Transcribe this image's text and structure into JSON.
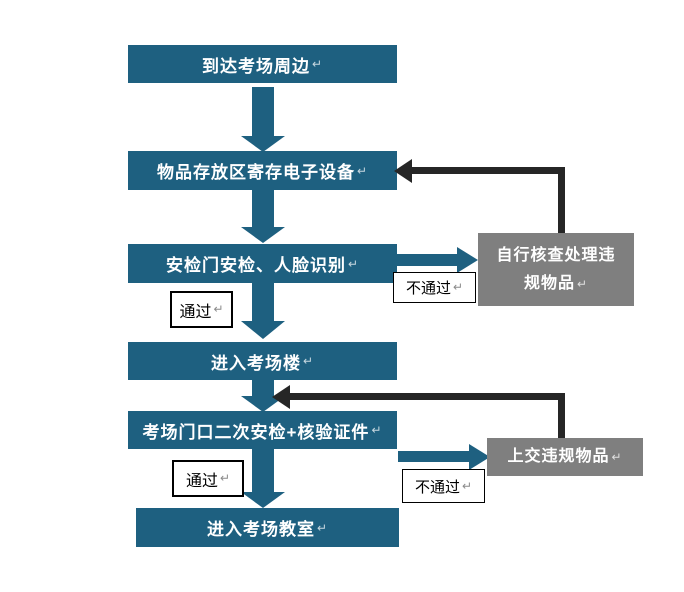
{
  "flowchart": {
    "nodes": [
      "到达考场周边",
      "物品存放区寄存电子设备",
      "安检门安检、人脸识别",
      "进入考场楼",
      "考场门口二次安检+核验证件",
      "进入考场教室"
    ],
    "side_nodes": [
      "自行核查处理违规物品",
      "上交违规物品"
    ],
    "edge_labels": [
      "通过",
      "不通过",
      "通过",
      "不通过"
    ],
    "return_mark": "↵",
    "colors": {
      "node_fill": "#1E6080",
      "node_text": "#FFFFFF",
      "side_node_fill": "#7F7F7F",
      "side_node_text": "#FFFFFF",
      "flow_arrow": "#1E6080",
      "loop_arrow": "#262626",
      "label_border": "#000000",
      "label_text": "#000000",
      "background": "#FFFFFF"
    }
  }
}
